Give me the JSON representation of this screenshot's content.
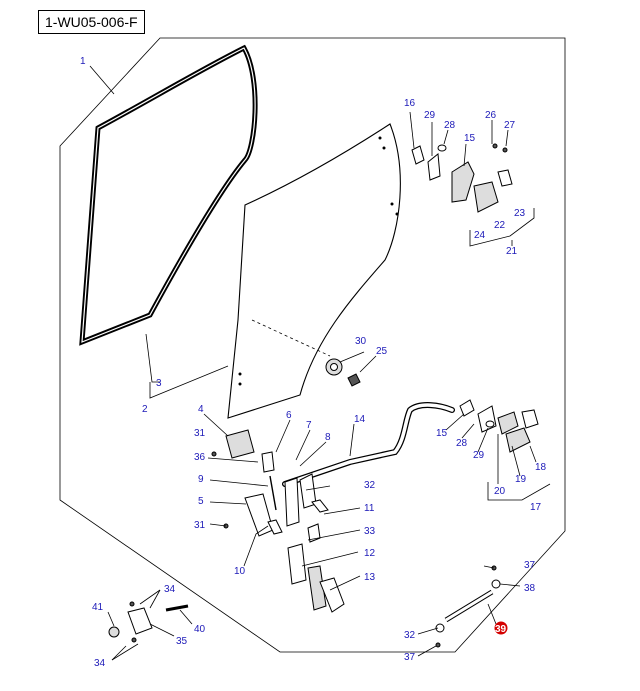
{
  "page": {
    "code": "1-WU05-006-F"
  },
  "diagram": {
    "accent_color": "#d40000",
    "label_color": "#1d1ab8",
    "callouts": [
      "1",
      "2",
      "3",
      "4",
      "5",
      "6",
      "7",
      "8",
      "9",
      "10",
      "11",
      "12",
      "13",
      "14",
      "15",
      "15",
      "16",
      "17",
      "18",
      "19",
      "20",
      "21",
      "22",
      "23",
      "24",
      "25",
      "26",
      "27",
      "28",
      "28",
      "29",
      "29",
      "30",
      "31",
      "31",
      "32",
      "32",
      "33",
      "34",
      "34",
      "35",
      "36",
      "37",
      "37",
      "38",
      "39",
      "40",
      "41"
    ]
  }
}
